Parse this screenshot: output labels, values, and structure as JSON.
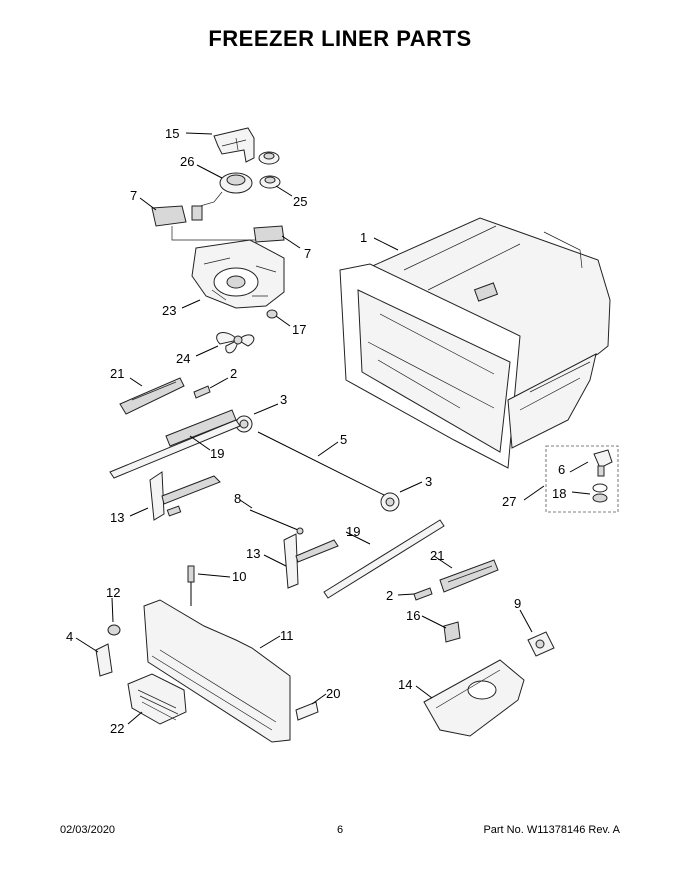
{
  "title": "FREEZER LINER PARTS",
  "footer": {
    "date": "02/03/2020",
    "page": "6",
    "part_no": "Part No.  W11378146  Rev.  A"
  },
  "callouts": [
    {
      "id": "c15",
      "label": "15"
    },
    {
      "id": "c26",
      "label": "26"
    },
    {
      "id": "c7a",
      "label": "7"
    },
    {
      "id": "c25",
      "label": "25"
    },
    {
      "id": "c7b",
      "label": "7"
    },
    {
      "id": "c1",
      "label": "1"
    },
    {
      "id": "c23",
      "label": "23"
    },
    {
      "id": "c17",
      "label": "17"
    },
    {
      "id": "c24",
      "label": "24"
    },
    {
      "id": "c21a",
      "label": "21"
    },
    {
      "id": "c2a",
      "label": "2"
    },
    {
      "id": "c3a",
      "label": "3"
    },
    {
      "id": "c5",
      "label": "5"
    },
    {
      "id": "c19a",
      "label": "19"
    },
    {
      "id": "c3b",
      "label": "3"
    },
    {
      "id": "c6",
      "label": "6"
    },
    {
      "id": "c18",
      "label": "18"
    },
    {
      "id": "c27",
      "label": "27"
    },
    {
      "id": "c8",
      "label": "8"
    },
    {
      "id": "c13a",
      "label": "13"
    },
    {
      "id": "c19b",
      "label": "19"
    },
    {
      "id": "c13b",
      "label": "13"
    },
    {
      "id": "c21b",
      "label": "21"
    },
    {
      "id": "c10",
      "label": "10"
    },
    {
      "id": "c2b",
      "label": "2"
    },
    {
      "id": "c12",
      "label": "12"
    },
    {
      "id": "c9",
      "label": "9"
    },
    {
      "id": "c16",
      "label": "16"
    },
    {
      "id": "c4",
      "label": "4"
    },
    {
      "id": "c11",
      "label": "11"
    },
    {
      "id": "c14",
      "label": "14"
    },
    {
      "id": "c20",
      "label": "20"
    },
    {
      "id": "c22",
      "label": "22"
    }
  ]
}
